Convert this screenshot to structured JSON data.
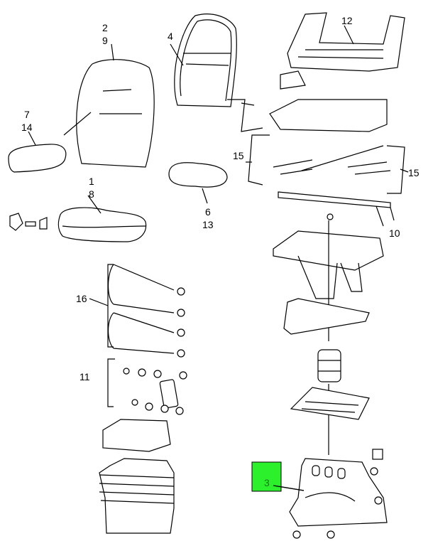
{
  "diagram": {
    "callouts": [
      {
        "id": "c2",
        "text": "2"
      },
      {
        "id": "c9",
        "text": "9"
      },
      {
        "id": "c4",
        "text": "4"
      },
      {
        "id": "c12",
        "text": "12"
      },
      {
        "id": "c7",
        "text": "7"
      },
      {
        "id": "c14",
        "text": "14"
      },
      {
        "id": "c15a",
        "text": "15"
      },
      {
        "id": "c15b",
        "text": "15"
      },
      {
        "id": "c1",
        "text": "1"
      },
      {
        "id": "c8",
        "text": "8"
      },
      {
        "id": "c6",
        "text": "6"
      },
      {
        "id": "c13",
        "text": "13"
      },
      {
        "id": "c10",
        "text": "10"
      },
      {
        "id": "c16",
        "text": "16"
      },
      {
        "id": "c11",
        "text": "11"
      },
      {
        "id": "c3",
        "text": "3"
      }
    ],
    "highlight_color": "#2cf02c"
  }
}
